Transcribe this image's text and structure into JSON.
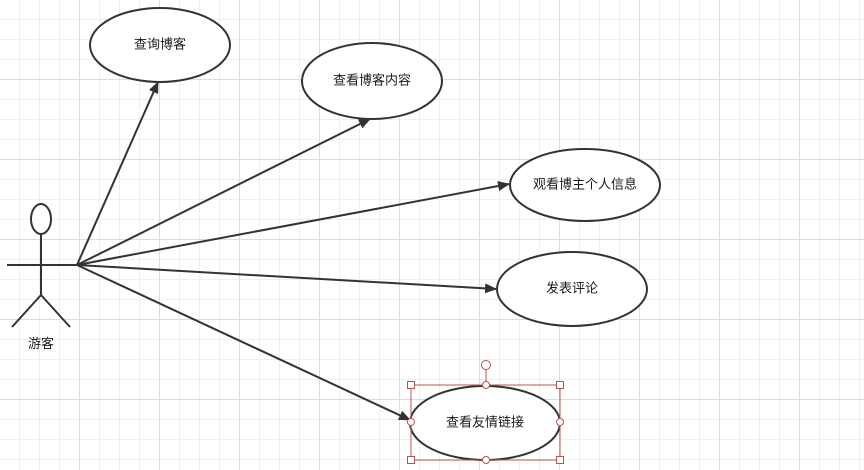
{
  "diagram": {
    "actor": {
      "label": "游客"
    },
    "use_cases": [
      {
        "id": "uc1",
        "label": "查询博客"
      },
      {
        "id": "uc2",
        "label": "查看博客内容"
      },
      {
        "id": "uc3",
        "label": "观看博主个人信息"
      },
      {
        "id": "uc4",
        "label": "发表评论"
      },
      {
        "id": "uc5",
        "label": "查看友情链接"
      }
    ]
  },
  "colors": {
    "stroke": "#333333",
    "selection": "#b85450"
  }
}
